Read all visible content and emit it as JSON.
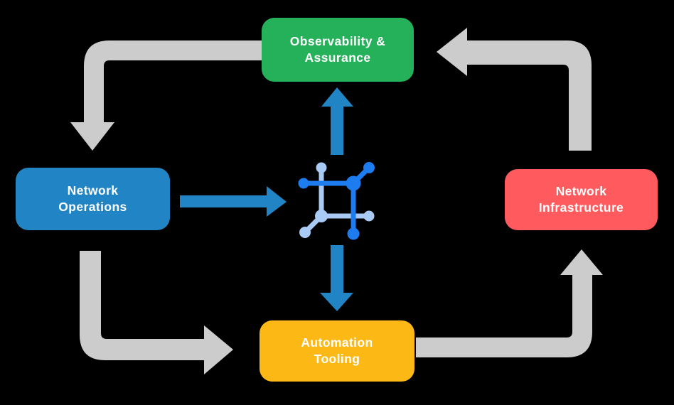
{
  "diagram": {
    "type": "cycle-diagram",
    "background_color": "#000000",
    "nodes": {
      "top": {
        "line1": "Observability &",
        "line2": "Assurance",
        "color": "#25B15A"
      },
      "left": {
        "line1": "Network",
        "line2": "Operations",
        "color": "#2184C4"
      },
      "right": {
        "line1": "Network",
        "line2": "Infrastructure",
        "color": "#FF5A5E"
      },
      "bottom": {
        "line1": "Automation",
        "line2": "Tooling",
        "color": "#FCB814"
      }
    },
    "center_icon": {
      "name": "network-mesh-icon",
      "dark_color": "#1D7CF0",
      "light_color": "#A9CAF5"
    },
    "flow_arrows": {
      "color": "#CCCCCC",
      "items": [
        {
          "from": "Observability & Assurance",
          "to": "Network Operations"
        },
        {
          "from": "Network Infrastructure",
          "to": "Observability & Assurance"
        },
        {
          "from": "Network Operations",
          "to": "Automation Tooling"
        },
        {
          "from": "Automation Tooling",
          "to": "Network Infrastructure"
        }
      ]
    },
    "io_arrows": {
      "color": "#2184C4",
      "items": [
        {
          "from": "Network Operations",
          "to": "center-icon"
        },
        {
          "from": "center-icon",
          "to": "Observability & Assurance"
        },
        {
          "from": "center-icon",
          "to": "Automation Tooling"
        }
      ]
    }
  }
}
